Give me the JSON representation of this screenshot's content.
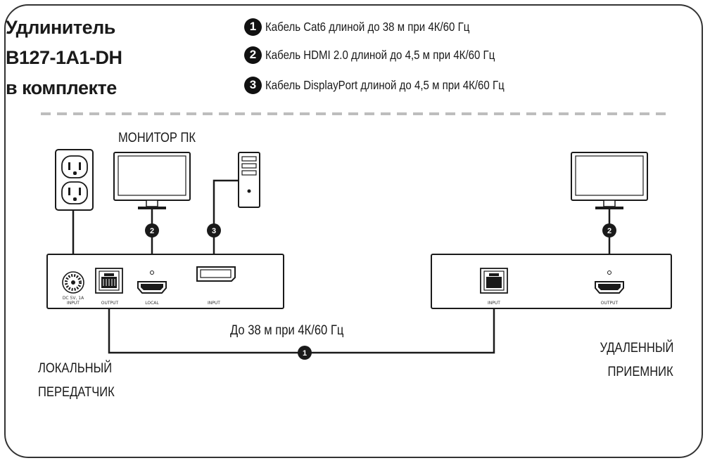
{
  "title": {
    "line1": "Удлинитель",
    "line2": "B127-1A1-DH",
    "line3": "в комплекте"
  },
  "legend": [
    {
      "num": "1",
      "text": "Кабель Cat6 длиной до 38 м при 4К/60 Гц"
    },
    {
      "num": "2",
      "text": "Кабель HDMI 2.0 длиной до 4,5 м при 4К/60 Гц"
    },
    {
      "num": "3",
      "text": "Кабель DisplayPort длиной до 4,5 м при 4К/60 Гц"
    }
  ],
  "labels": {
    "monitor_pc": "МОНИТОР ПК",
    "distance": "До 38 м при 4К/60 Гц",
    "local_tx_line1": "ЛОКАЛЬНЫЙ",
    "local_tx_line2": "ПЕРЕДАТЧИК",
    "remote_rx_line1": "УДАЛЕННЫЙ",
    "remote_rx_line2": "ПРИЕМНИК"
  },
  "ports": {
    "tx_power_1": "DC 5V, 1A",
    "tx_power_2": "INPUT",
    "tx_output": "OUTPUT",
    "tx_local": "LOCAL",
    "tx_input": "INPUT",
    "rx_input": "INPUT",
    "rx_output": "OUTPUT"
  },
  "badges": {
    "cat6": "1",
    "hdmi": "2",
    "displayport": "3"
  },
  "colors": {
    "line": "#1a1a1a",
    "device_fill": "#ffffff",
    "dash": "#bdbdbd"
  }
}
